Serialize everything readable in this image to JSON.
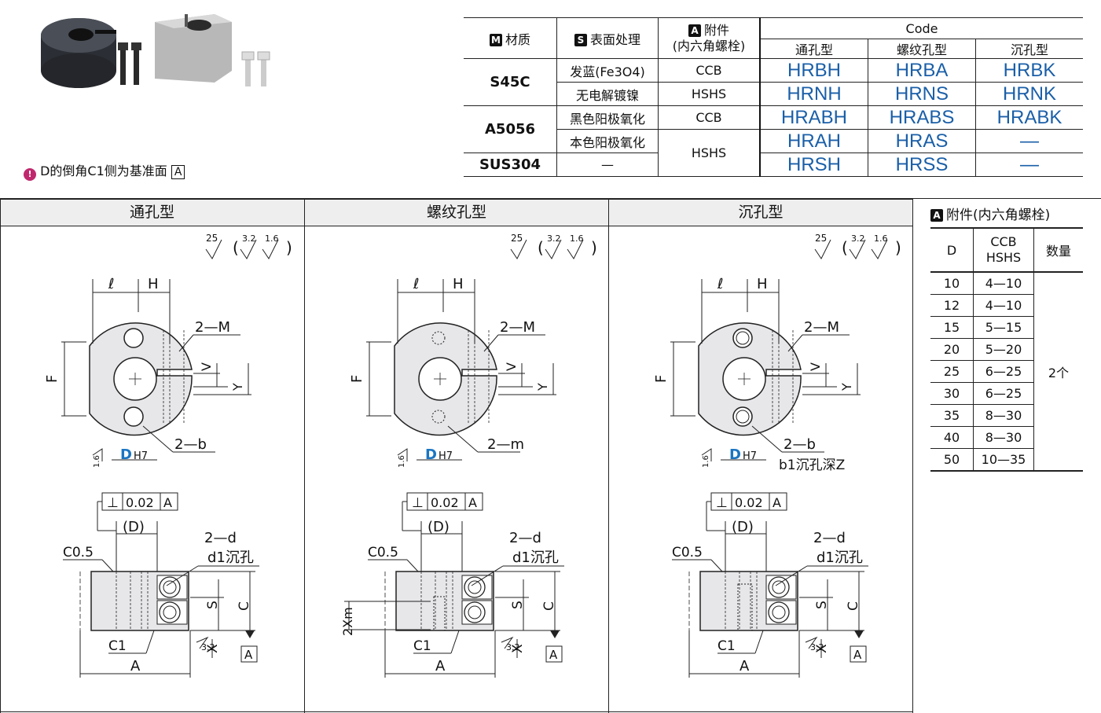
{
  "note": {
    "text": "D的倒角C1侧为基准面",
    "ref": "A"
  },
  "code_table": {
    "headers": {
      "material": "材质",
      "material_badge": "M",
      "surface": "表面处理",
      "surface_badge": "S",
      "accessory": "附件",
      "accessory_badge": "A",
      "accessory_sub": "(内六角螺栓)",
      "code": "Code",
      "through": "通孔型",
      "threaded": "螺纹孔型",
      "counterbore": "沉孔型"
    },
    "rows": [
      {
        "material": "S45C",
        "surface": "发蓝(Fe3O4)",
        "accessory": "CCB",
        "through": "HRBH",
        "threaded": "HRBA",
        "counterbore": "HRBK"
      },
      {
        "material": "",
        "surface": "无电解镀镍",
        "accessory": "HSHS",
        "through": "HRNH",
        "threaded": "HRNS",
        "counterbore": "HRNK"
      },
      {
        "material": "A5056",
        "surface": "黑色阳极氧化",
        "accessory": "CCB",
        "through": "HRABH",
        "threaded": "HRABS",
        "counterbore": "HRABK"
      },
      {
        "material": "",
        "surface": "本色阳极氧化",
        "accessory": "HSHS",
        "through": "HRAH",
        "threaded": "HRAS",
        "counterbore": "—"
      },
      {
        "material": "SUS304",
        "surface": "—",
        "accessory": "",
        "through": "HRSH",
        "threaded": "HRSS",
        "counterbore": "—"
      }
    ]
  },
  "sections": {
    "through": "通孔型",
    "threaded": "螺纹孔型",
    "counterbore": "沉孔型"
  },
  "accessory_table": {
    "title": "附件(内六角螺栓)",
    "badge": "A",
    "col_d": "D",
    "col_bolt_1": "CCB",
    "col_bolt_2": "HSHS",
    "col_qty": "数量",
    "qty": "2个",
    "rows": [
      {
        "d": "10",
        "bolt": "4—10"
      },
      {
        "d": "12",
        "bolt": "4—10"
      },
      {
        "d": "15",
        "bolt": "5—15"
      },
      {
        "d": "20",
        "bolt": "5—20"
      },
      {
        "d": "25",
        "bolt": "6—25"
      },
      {
        "d": "30",
        "bolt": "6—25"
      },
      {
        "d": "35",
        "bolt": "8—30"
      },
      {
        "d": "40",
        "bolt": "8—30"
      },
      {
        "d": "50",
        "bolt": "10—35"
      }
    ]
  },
  "drawing_labels": {
    "roughness_main": "25",
    "roughness_a": "3.2",
    "roughness_b": "1.6",
    "l": "ℓ",
    "H": "H",
    "F": "F",
    "V": "V",
    "Y": "Y",
    "M2": "2—M",
    "b2": "2—b",
    "m2": "2—m",
    "D": "D",
    "H7": "H7",
    "rough16": "1.6",
    "b1z": "b1沉孔深Z",
    "perp": "⊥",
    "perp_val": "0.02",
    "datum": "A",
    "Dp": "(D)",
    "d2": "2—d",
    "d1": "d1沉孔",
    "C05": "C0.5",
    "C1": "C1",
    "A": "A",
    "S": "S",
    "X": "X",
    "C": "C",
    "rough32": "3.2",
    "Xm2": "2Xm"
  }
}
